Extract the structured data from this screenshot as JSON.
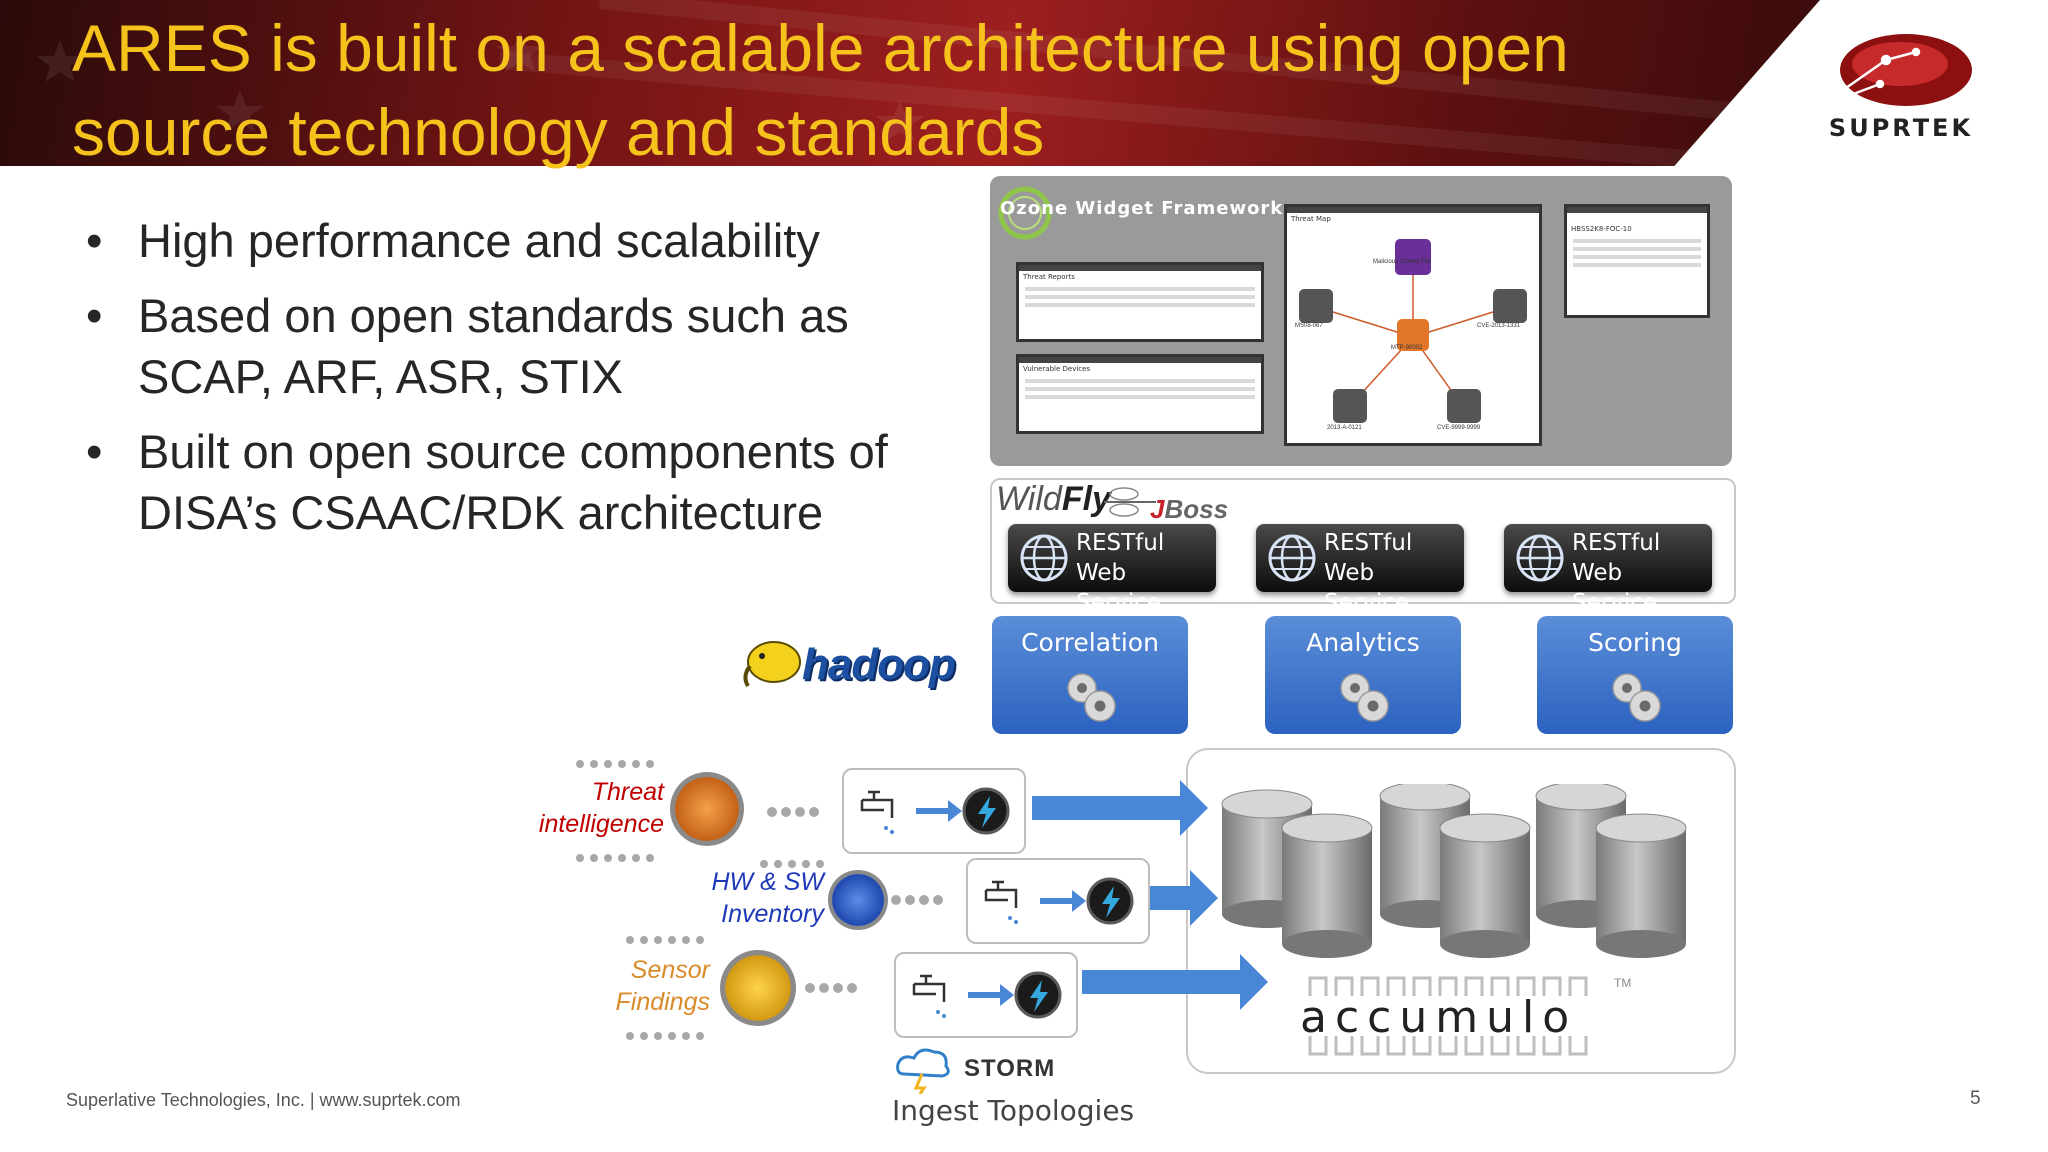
{
  "slide": {
    "title_line1": "ARES is built on a scalable architecture using open",
    "title_line2": "source technology and standards",
    "bullets": [
      "High performance and scalability",
      "Based on open standards such as SCAP, ARF, ASR, STIX",
      "Built on open source components of DISA’s CSAAC/RDK architecture"
    ],
    "footer": "Superlative Technologies, Inc.  |  www.suprtek.com",
    "page_number": "5"
  },
  "logo": {
    "text": "SUPRTEK"
  },
  "owf": {
    "title": "Ozone Widget Framework",
    "widget_threat_reports": "Threat Reports",
    "widget_vulnerable_devices": "Vulnerable Devices",
    "widget_threat_map": "Threat Map",
    "widget_detail_id": "HBSS2K8-FOC-10",
    "threat_map_nodes": {
      "center_type": "Incident",
      "center_id": "MTP-90002",
      "top_type": "TTP",
      "top_label": "Malicious Crafted File",
      "left_type": "ExploitTarget",
      "left_id": "MS08-067",
      "right_type": "ExploitTarget",
      "right_id": "CVE-2013-1331",
      "bottom_left_type": "ExploitTarget",
      "bottom_left_id": "2013-A-0121",
      "bottom_right_type": "ExploitTarget",
      "bottom_right_id": "CVE-9999-9999"
    }
  },
  "server": {
    "wildfly_prefix": "Wild",
    "wildfly_suffix": "Fly",
    "jboss_j": "J",
    "jboss_rest": "Boss",
    "rest_line1": "RESTful",
    "rest_line2": "Web Service"
  },
  "services": [
    "Correlation",
    "Analytics",
    "Scoring"
  ],
  "hadoop": {
    "label": "hadoop"
  },
  "sources": {
    "threat": "Threat intelligence",
    "threat_l1": "Threat",
    "threat_l2": "intelligence",
    "inventory_l1": "HW & SW",
    "inventory_l2": "Inventory",
    "sensor_l1": "Sensor",
    "sensor_l2": "Findings"
  },
  "accumulo": {
    "label": "accumulo",
    "tm": "TM"
  },
  "storm": {
    "label": "STORM",
    "caption": "Ingest Topologies"
  },
  "colors": {
    "title": "#f6c21c",
    "service_blue": "#3b72cc",
    "arrow_blue": "#4a86d6",
    "threat_red": "#c00000",
    "inventory_blue": "#1f39b8",
    "sensor_orange": "#d98b2b"
  }
}
